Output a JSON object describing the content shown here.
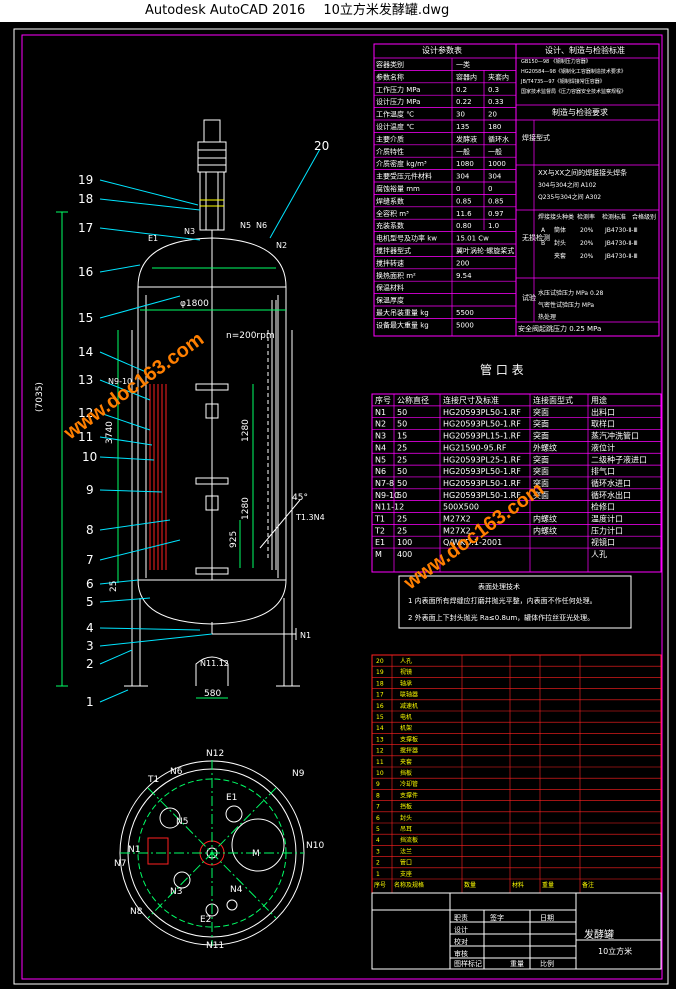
{
  "window": {
    "app_title": "Autodesk AutoCAD 2016",
    "file_name": "10立方米发酵罐.dwg"
  },
  "design_params": {
    "title": "设计参数表",
    "col_headers": [
      "容器内",
      "夹套内"
    ],
    "rows": [
      [
        "容器类别",
        "一类",
        ""
      ],
      [
        "参数名称",
        "容器内",
        "夹套内"
      ],
      [
        "工作压力 MPa",
        "0.2",
        "0.3"
      ],
      [
        "设计压力 MPa",
        "0.22",
        "0.33"
      ],
      [
        "工作温度 ℃",
        "30",
        "20"
      ],
      [
        "设计温度 ℃",
        "135",
        "180"
      ],
      [
        "主要介质",
        "发酵液",
        "循环水"
      ],
      [
        "介质特性",
        "一般",
        "一般"
      ],
      [
        "介质密度 kg/m³",
        "1080",
        "1000"
      ],
      [
        "主要受压元件材料",
        "304",
        "304"
      ],
      [
        "腐蚀裕量 mm",
        "0",
        "0"
      ],
      [
        "焊缝系数",
        "0.85",
        "0.85"
      ],
      [
        "全容积 m³",
        "11.6",
        "0.97"
      ],
      [
        "充装系数",
        "0.80",
        "1.0"
      ],
      [
        "电机型号及功率 kw",
        "15.01 Cw",
        ""
      ],
      [
        "搅拌器型式",
        "翼叶涡轮·螺旋桨式",
        ""
      ],
      [
        "搅拌转速",
        "200",
        ""
      ],
      [
        "换热面积 m²",
        "9.54",
        ""
      ],
      [
        "保温材料",
        "",
        ""
      ],
      [
        "保温厚度",
        "",
        ""
      ],
      [
        "最大吊装重量 kg",
        "5500",
        ""
      ],
      [
        "设备最大重量 kg",
        "5000",
        ""
      ]
    ]
  },
  "standards": {
    "title": "设计、制造与检验标准",
    "lines": [
      "GB150—98 《钢制压力容器》",
      "HG20584—98《钢制化工容器制造技术要求》",
      "JB/T4735—97《钢制焊接常压容器》",
      "国家技术监督局《压力容器安全技术监察规程》"
    ],
    "req_title": "制造与检验要求",
    "weld_label": "焊接型式",
    "weld_note": "XX与XX之间的焊接接头焊条",
    "weld_rows": [
      "304与304之间 A102",
      "Q235与304之间 A302"
    ],
    "ndt_label": "无损检测",
    "ndt_headers": [
      "焊接接头种类",
      "检测率",
      "检测标准",
      "合格级别"
    ],
    "ndt_rows": [
      [
        "A",
        "筒体",
        "20%",
        "JB4730-Ⅱ-Ⅲ"
      ],
      [
        "B",
        "封头",
        "20%",
        "JB4730-Ⅱ-Ⅲ"
      ],
      [
        "",
        "夹套",
        "20%",
        "JB4730-Ⅱ-Ⅲ"
      ]
    ],
    "pressure_test_label": "试验",
    "pressure_rows": [
      "水压试验压力 MPa 0.28",
      "气密性试验压力 MPa",
      "热处理"
    ],
    "safety": "安全阀起跳压力 0.25 MPa"
  },
  "nozzle_table": {
    "title": "管 口 表",
    "headers": [
      "序号",
      "公称直径",
      "连接尺寸及标准",
      "连接面型式",
      "用途"
    ],
    "rows": [
      [
        "N1",
        "50",
        "HG20593PL50-1.RF",
        "突面",
        "出料口"
      ],
      [
        "N2",
        "50",
        "HG20593PL50-1.RF",
        "突面",
        "取样口"
      ],
      [
        "N3",
        "15",
        "HG20593PL15-1.RF",
        "突面",
        "蒸汽冲洗管口"
      ],
      [
        "N4",
        "25",
        "HG21590-95.RF",
        "外螺纹",
        "液位计"
      ],
      [
        "N5",
        "25",
        "HG20593PL25-1.RF",
        "突面",
        "二级种子液进口"
      ],
      [
        "N6",
        "50",
        "HG20593PL50-1.RF",
        "突面",
        "排气口"
      ],
      [
        "N7-8",
        "50",
        "HG20593PL50-1.RF",
        "突面",
        "循环水进口"
      ],
      [
        "N9-10",
        "50",
        "HG20593PL50-1.RF",
        "突面",
        "循环水出口"
      ],
      [
        "N11-12",
        "",
        "500X500",
        "",
        "检修口"
      ],
      [
        "T1",
        "25",
        "M27X2",
        "内螺纹",
        "温度计口"
      ],
      [
        "T2",
        "25",
        "M27X2",
        "内螺纹",
        "压力计口"
      ],
      [
        "E1",
        "100",
        "Q/WKD.1-2001",
        "",
        "视镜口"
      ],
      [
        "M",
        "400",
        "",
        "",
        "人孔"
      ]
    ]
  },
  "surface_note": {
    "title": "表面处理技术",
    "lines": [
      "1 内表面所有焊缝应打磨并抛光平整，内表面不作任何处理。",
      "2 外表面上下封头抛光 Ra≤0.8um，罐体作拉丝亚光处理。"
    ]
  },
  "parts_list": {
    "numbers": [
      "20",
      "19",
      "18",
      "17",
      "16",
      "15",
      "14",
      "13",
      "12",
      "11",
      "10",
      "9",
      "8",
      "7",
      "6",
      "5",
      "4",
      "3",
      "2",
      "1"
    ],
    "names": [
      "人孔",
      "视镜",
      "轴承",
      "联轴器",
      "减速机",
      "电机",
      "机架",
      "支撑板",
      "搅拌器",
      "夹套",
      "挡板",
      "冷却管",
      "支撑件",
      "挡板",
      "封头",
      "吊耳",
      "挡流板",
      "法兰",
      "管口",
      "支座"
    ],
    "footer_headers": [
      "序号",
      "名称及规格",
      "数量",
      "材料",
      "重量",
      "备注"
    ]
  },
  "title_block": {
    "rows": [
      "职责",
      "设计",
      "校对",
      "审核",
      "图样标记"
    ],
    "sign_headers": [
      "签字",
      "日期"
    ],
    "weight_headers": [
      "重量",
      "比例"
    ],
    "drawing_name": "发酵罐",
    "drawing_sub": "10立方米"
  },
  "front_view": {
    "part_numbers": [
      "19",
      "18",
      "17",
      "16",
      "15",
      "14",
      "13",
      "12",
      "11",
      "10",
      "9",
      "8",
      "7",
      "6",
      "5",
      "4",
      "3",
      "2",
      "1",
      "20"
    ],
    "dims": {
      "dia": "φ1800",
      "speed": "n=200rpm",
      "total_h": "(7035)",
      "h1": "1280",
      "h2": "1280",
      "h3": "925",
      "jacket": "3740",
      "bottom": "25",
      "base": "580",
      "angle": "45°"
    },
    "nozzle_labels": [
      "E1",
      "N3",
      "N5",
      "N6",
      "N2",
      "N9-10",
      "N1",
      "N11.12",
      "T1.3N4"
    ]
  },
  "plan_view": {
    "labels": [
      "N12",
      "N6",
      "T1",
      "N9",
      "N5",
      "E1",
      "N1",
      "N7",
      "N8",
      "N3",
      "M",
      "N10",
      "N11",
      "E2",
      "N4"
    ]
  },
  "watermark": "www.doc163.com",
  "colors": {
    "line_white": "#ffffff",
    "line_red": "#ff2020",
    "line_magenta": "#ff00ff",
    "line_green": "#00ff66",
    "line_cyan": "#00e5ff",
    "line_yellow": "#ffff00",
    "watermark": "#ff7f00"
  }
}
